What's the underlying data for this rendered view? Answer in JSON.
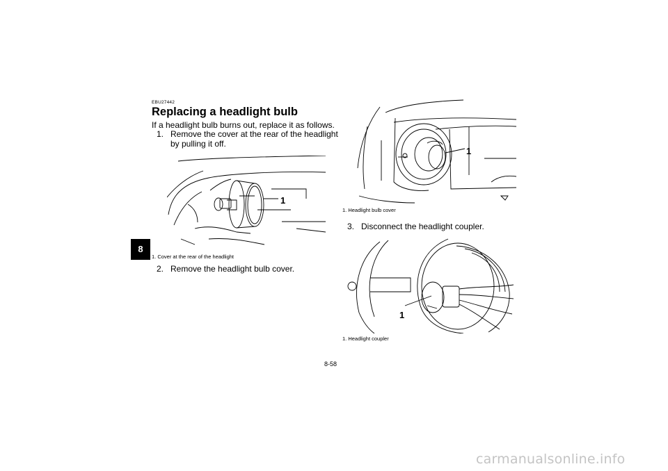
{
  "chapter_tab": "8",
  "section_code": "EBU27442",
  "section_title": "Replacing a headlight bulb",
  "intro": "If a headlight bulb burns out, replace it as follows.",
  "steps": [
    {
      "number": "1.",
      "line1": "Remove the cover at the rear of the headlight",
      "line2": "by pulling it off."
    },
    {
      "number": "2.",
      "line1": "Remove the headlight bulb cover."
    },
    {
      "number": "3.",
      "line1": "Disconnect the headlight coupler."
    }
  ],
  "figures": [
    {
      "callout": "1",
      "caption": "1.  Cover at the rear of the headlight"
    },
    {
      "callout": "1",
      "caption": "1.  Headlight bulb cover"
    },
    {
      "callout": "1",
      "caption": "1.  Headlight coupler"
    }
  ],
  "page_number": "8-58",
  "watermark": "carmanualsonline.info"
}
